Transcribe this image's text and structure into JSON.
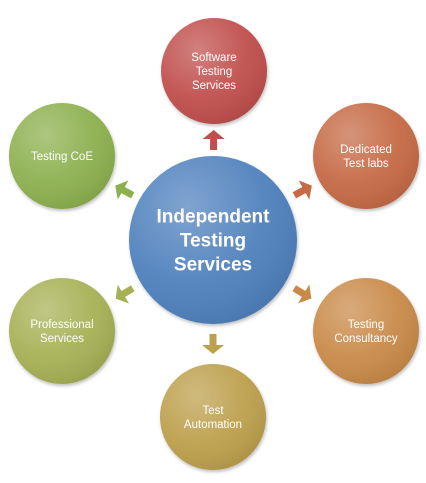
{
  "diagram": {
    "center": {
      "lines": [
        "Independent",
        "Testing",
        "Services"
      ],
      "color": "#4f81bd"
    },
    "nodes": [
      {
        "id": "software-testing-services",
        "lines": [
          "Software",
          "Testing",
          "Services"
        ],
        "color": "#c0504d"
      },
      {
        "id": "dedicated-test-labs",
        "lines": [
          "Dedicated",
          "Test labs"
        ],
        "color": "#c66a45"
      },
      {
        "id": "testing-consultancy",
        "lines": [
          "Testing",
          "Consultancy"
        ],
        "color": "#c98a48"
      },
      {
        "id": "test-automation",
        "lines": [
          "Test",
          "Automation"
        ],
        "color": "#bda04e"
      },
      {
        "id": "professional-services",
        "lines": [
          "Professional",
          "Services"
        ],
        "color": "#a6b155"
      },
      {
        "id": "testing-coe",
        "lines": [
          "Testing CoE"
        ],
        "color": "#8db04f"
      }
    ],
    "arrow_colors": [
      "#c0504d",
      "#c66a45",
      "#c98a48",
      "#bda04e",
      "#a6b155",
      "#8db04f"
    ]
  }
}
